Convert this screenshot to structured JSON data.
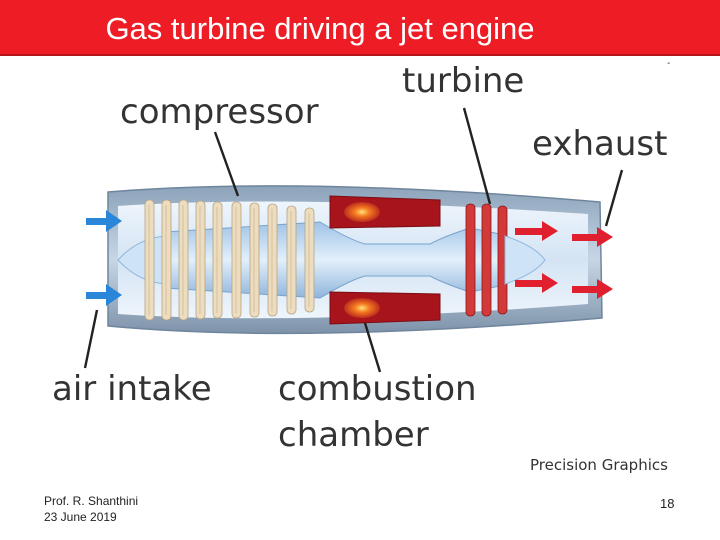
{
  "slide": {
    "title": "Gas turbine driving a jet engine"
  },
  "labels": {
    "compressor": "compressor",
    "turbine": "turbine",
    "exhaust": "exhaust",
    "air_intake": "air intake",
    "combustion_line1": "combustion",
    "combustion_line2": "chamber",
    "credit": "Precision Graphics",
    "mark": "-"
  },
  "footer": {
    "author": "Prof. R. Shanthini",
    "date": "23 June 2019",
    "page_number": "18"
  },
  "colors": {
    "title_bar": "#ee1c25",
    "casing": "#9fb3c8",
    "flow_path": "#dce9f7",
    "compressor_blades": "#e9d8b8",
    "combustion": "#b3131b",
    "exhaust_arrows": "#e0202e",
    "intake_arrows": "#2a86d8"
  }
}
